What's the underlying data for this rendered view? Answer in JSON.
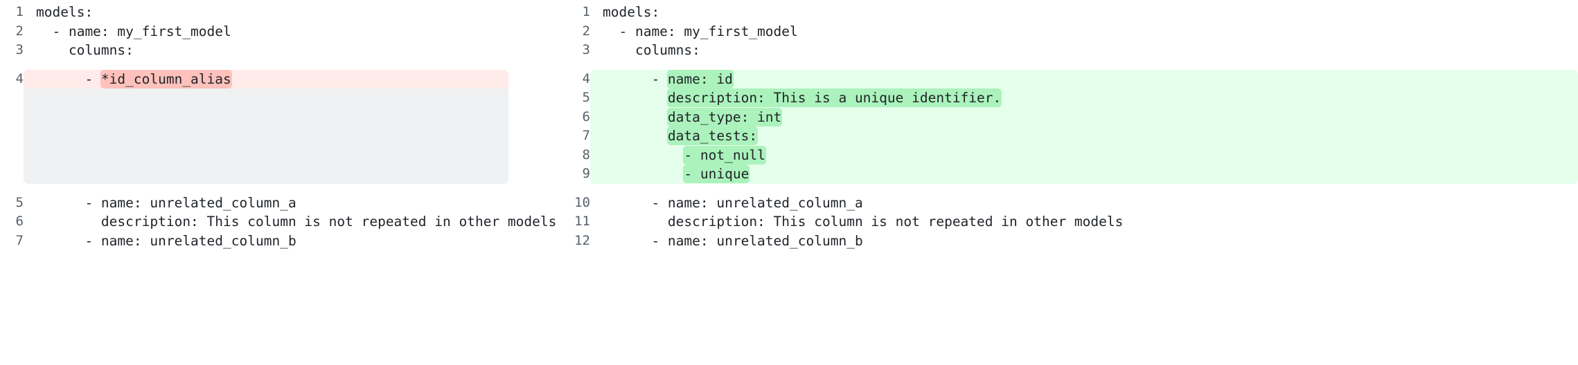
{
  "diff": {
    "left_panel": {
      "name": "before-yaml",
      "lines": [
        {
          "num": "1",
          "kind": "context",
          "segments": [
            {
              "text": "models:",
              "mark": "none"
            }
          ]
        },
        {
          "num": "2",
          "kind": "context",
          "segments": [
            {
              "text": "  - name: my_first_model",
              "mark": "none"
            }
          ]
        },
        {
          "num": "3",
          "kind": "context",
          "segments": [
            {
              "text": "    columns:",
              "mark": "none"
            }
          ]
        },
        {
          "num": "4",
          "kind": "deletion",
          "segments": [
            {
              "text": "      - ",
              "mark": "none"
            },
            {
              "text": "*id_column_alias",
              "mark": "del"
            }
          ]
        },
        {
          "num": "",
          "kind": "gap",
          "segments": [
            {
              "text": " ",
              "mark": "none"
            }
          ]
        },
        {
          "num": "",
          "kind": "gap",
          "segments": [
            {
              "text": " ",
              "mark": "none"
            }
          ]
        },
        {
          "num": "",
          "kind": "gap",
          "segments": [
            {
              "text": " ",
              "mark": "none"
            }
          ]
        },
        {
          "num": "",
          "kind": "gap",
          "segments": [
            {
              "text": " ",
              "mark": "none"
            }
          ]
        },
        {
          "num": "",
          "kind": "gap",
          "segments": [
            {
              "text": " ",
              "mark": "none"
            }
          ]
        },
        {
          "num": "5",
          "kind": "context",
          "segments": [
            {
              "text": "      - name: unrelated_column_a",
              "mark": "none"
            }
          ]
        },
        {
          "num": "6",
          "kind": "context",
          "segments": [
            {
              "text": "        description: This column is not repeated in other models",
              "mark": "none"
            }
          ]
        },
        {
          "num": "7",
          "kind": "context",
          "segments": [
            {
              "text": "      - name: unrelated_column_b",
              "mark": "none"
            }
          ]
        }
      ]
    },
    "right_panel": {
      "name": "after-yaml",
      "lines": [
        {
          "num": "1",
          "kind": "context",
          "segments": [
            {
              "text": "models:",
              "mark": "none"
            }
          ]
        },
        {
          "num": "2",
          "kind": "context",
          "segments": [
            {
              "text": "  - name: my_first_model",
              "mark": "none"
            }
          ]
        },
        {
          "num": "3",
          "kind": "context",
          "segments": [
            {
              "text": "    columns:",
              "mark": "none"
            }
          ]
        },
        {
          "num": "4",
          "kind": "addition",
          "segments": [
            {
              "text": "      - ",
              "mark": "none"
            },
            {
              "text": "name: id",
              "mark": "add"
            }
          ]
        },
        {
          "num": "5",
          "kind": "addition",
          "segments": [
            {
              "text": "        ",
              "mark": "none"
            },
            {
              "text": "description: This is a unique identifier.",
              "mark": "add"
            }
          ]
        },
        {
          "num": "6",
          "kind": "addition",
          "segments": [
            {
              "text": "        ",
              "mark": "none"
            },
            {
              "text": "data_type: int",
              "mark": "add"
            }
          ]
        },
        {
          "num": "7",
          "kind": "addition",
          "segments": [
            {
              "text": "        ",
              "mark": "none"
            },
            {
              "text": "data_tests:",
              "mark": "add"
            }
          ]
        },
        {
          "num": "8",
          "kind": "addition",
          "segments": [
            {
              "text": "          ",
              "mark": "none"
            },
            {
              "text": "- not_null",
              "mark": "add"
            }
          ]
        },
        {
          "num": "9",
          "kind": "addition",
          "segments": [
            {
              "text": "          ",
              "mark": "none"
            },
            {
              "text": "- unique",
              "mark": "add"
            }
          ]
        },
        {
          "num": "10",
          "kind": "context",
          "segments": [
            {
              "text": "      - name: unrelated_column_a",
              "mark": "none"
            }
          ]
        },
        {
          "num": "11",
          "kind": "context",
          "segments": [
            {
              "text": "        description: This column is not repeated in other models",
              "mark": "none"
            }
          ]
        },
        {
          "num": "12",
          "kind": "context",
          "segments": [
            {
              "text": "      - name: unrelated_column_b",
              "mark": "none"
            }
          ]
        }
      ]
    },
    "colors": {
      "deletion_row_bg": "#ffebe9",
      "deletion_token_bg": "#ffc1bc",
      "addition_row_bg": "#e6ffec",
      "addition_token_bg": "#abf2bc",
      "gap_row_bg": "#eff1f3",
      "line_number": "#57606a",
      "code_text": "#1f2328",
      "page_bg": "#ffffff"
    }
  }
}
